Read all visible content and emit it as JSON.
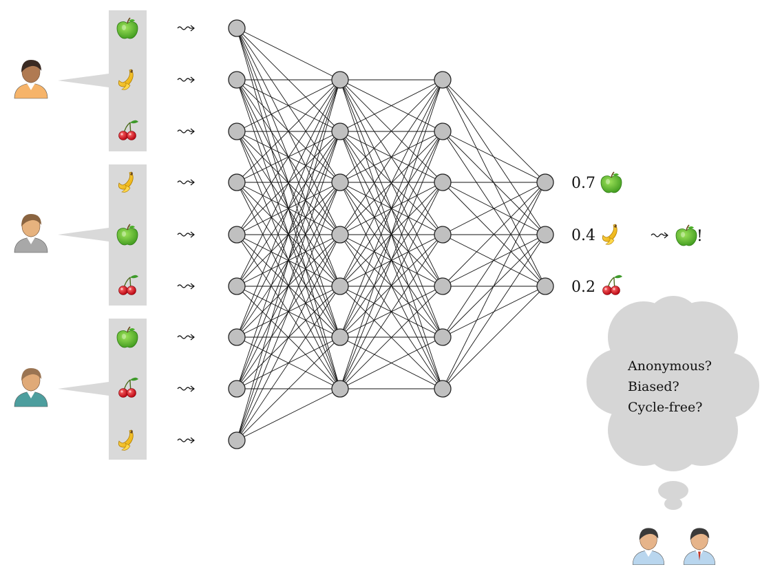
{
  "voters": [
    {
      "name": "voter-1",
      "colors": {
        "skin": "#b07a52",
        "hair": "#3a2a22",
        "shirt": "#f6b46a"
      },
      "ballot": [
        "apple",
        "banana",
        "cherry"
      ]
    },
    {
      "name": "voter-2",
      "colors": {
        "skin": "#e6b27e",
        "hair": "#8a6440",
        "shirt": "#a8a8a8"
      },
      "ballot": [
        "banana",
        "apple",
        "cherry"
      ]
    },
    {
      "name": "voter-3",
      "colors": {
        "skin": "#e0aa78",
        "hair": "#9a7452",
        "shirt": "#4d9e9e"
      },
      "ballot": [
        "apple",
        "cherry",
        "banana"
      ]
    }
  ],
  "network": {
    "layer_sizes": [
      9,
      7,
      7,
      3
    ]
  },
  "outputs": [
    {
      "value": "0.7",
      "fruit": "apple"
    },
    {
      "value": "0.4",
      "fruit": "banana"
    },
    {
      "value": "0.2",
      "fruit": "cherry"
    }
  ],
  "winner": {
    "fruit": "apple",
    "suffix": "!"
  },
  "thought": {
    "lines": [
      "Anonymous?",
      "Biased?",
      "Cycle-free?"
    ]
  },
  "observers": [
    {
      "name": "observer-female",
      "colors": {
        "skin": "#e6b48a",
        "hair": "#3a3a3a",
        "shirt": "#b9d6ee"
      }
    },
    {
      "name": "observer-male",
      "colors": {
        "skin": "#e6b48a",
        "hair": "#3a3a3a",
        "shirt": "#b9d6ee"
      }
    }
  ],
  "colors": {
    "ballot_bg": "#d9d9d9",
    "node_fill": "#c0c0c0",
    "cloud": "#d6d6d6"
  }
}
